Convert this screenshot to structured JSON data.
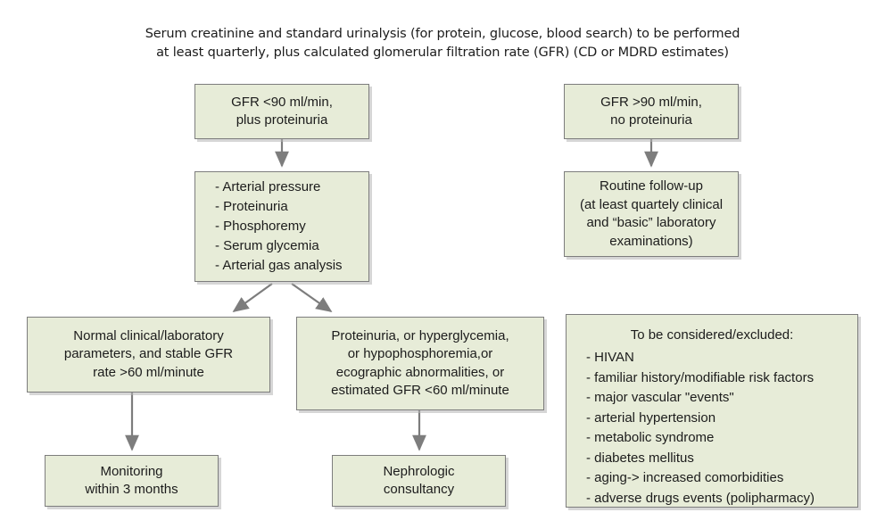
{
  "caption": {
    "line1": "Serum creatinine and standard urinalysis (for protein, glucose, blood search) to be performed",
    "line2": "at least quarterly, plus calculated glomerular filtration rate (GFR) (CD or MDRD estimates)"
  },
  "colors": {
    "node_fill": "#e7ecd8",
    "node_border": "#7d7d7d",
    "connector": "#7d7d7d",
    "text": "#1c1c1c",
    "background": "#ffffff"
  },
  "nodes": {
    "gfr_low": {
      "lines": [
        "GFR <90 ml/min,",
        "plus proteinuria"
      ]
    },
    "assessments": {
      "lines": [
        "- Arterial pressure",
        "- Proteinuria",
        "- Phosphoremy",
        "- Serum glycemia",
        "- Arterial gas analysis"
      ]
    },
    "gfr_normal": {
      "lines": [
        "GFR >90 ml/min,",
        "no proteinuria"
      ]
    },
    "routine_followup": {
      "lines": [
        "Routine follow-up",
        "(at least quartely clinical",
        "and “basic” laboratory",
        "examinations)"
      ]
    },
    "normal_params": {
      "lines": [
        "Normal clinical/laboratory",
        "parameters, and stable GFR",
        "rate >60 ml/minute"
      ]
    },
    "abnormal_findings": {
      "lines": [
        "Proteinuria, or hyperglycemia,",
        "or hypophosphoremia,or",
        "ecographic abnormalities, or",
        "estimated GFR <60 ml/minute"
      ]
    },
    "considered_excluded": {
      "title": "To be considered/excluded:",
      "items": [
        "- HIVAN",
        "- familiar history/modifiable risk factors",
        "- major vascular \"events\"",
        "- arterial hypertension",
        "- metabolic syndrome",
        "- diabetes mellitus",
        "- aging-> increased comorbidities",
        "- adverse drugs events (polipharmacy)"
      ]
    },
    "monitoring": {
      "lines": [
        "Monitoring",
        "within 3 months"
      ]
    },
    "nephrologic": {
      "lines": [
        "Nephrologic",
        "consultancy"
      ]
    }
  },
  "connectors": [
    {
      "name": "gfr-low-to-assessments",
      "from": "gfr_low",
      "to": "assessments"
    },
    {
      "name": "gfr-normal-to-routine",
      "from": "gfr_normal",
      "to": "routine_followup"
    },
    {
      "name": "assessments-to-normal-params",
      "from": "assessments",
      "to": "normal_params"
    },
    {
      "name": "assessments-to-abnormal",
      "from": "assessments",
      "to": "abnormal_findings"
    },
    {
      "name": "normal-params-to-monitoring",
      "from": "normal_params",
      "to": "monitoring"
    },
    {
      "name": "abnormal-to-nephrologic",
      "from": "abnormal_findings",
      "to": "nephrologic"
    }
  ]
}
